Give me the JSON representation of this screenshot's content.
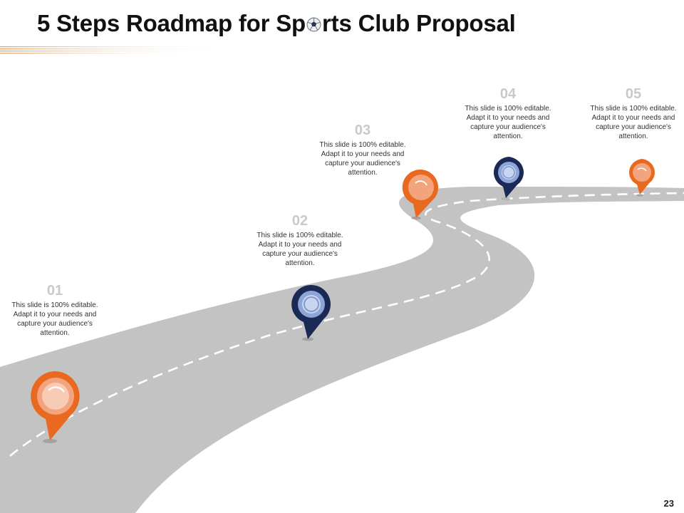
{
  "title": {
    "before": "5 Steps Roadmap for Sp",
    "after": "rts Club Proposal",
    "icon": "soccer-ball-icon"
  },
  "colors": {
    "orange": "#e8691f",
    "navy": "#1b2a55",
    "road": "#c3c3c3",
    "numbers": "#c9c9c9"
  },
  "steps": [
    {
      "number": "01",
      "text": "This slide is 100% editable. Adapt it to your needs and capture your audience's attention.",
      "pin_color": "orange"
    },
    {
      "number": "02",
      "text": "This slide is 100% editable. Adapt it to your needs and capture your audience's attention.",
      "pin_color": "navy"
    },
    {
      "number": "03",
      "text": "This slide is 100% editable. Adapt it to your needs and capture your audience's attention.",
      "pin_color": "orange"
    },
    {
      "number": "04",
      "text": "This slide is 100% editable. Adapt it to your needs and capture your audience's attention.",
      "pin_color": "navy"
    },
    {
      "number": "05",
      "text": "This slide is 100% editable. Adapt it to your needs and capture your audience's attention.",
      "pin_color": "orange"
    }
  ],
  "page_number": "23"
}
